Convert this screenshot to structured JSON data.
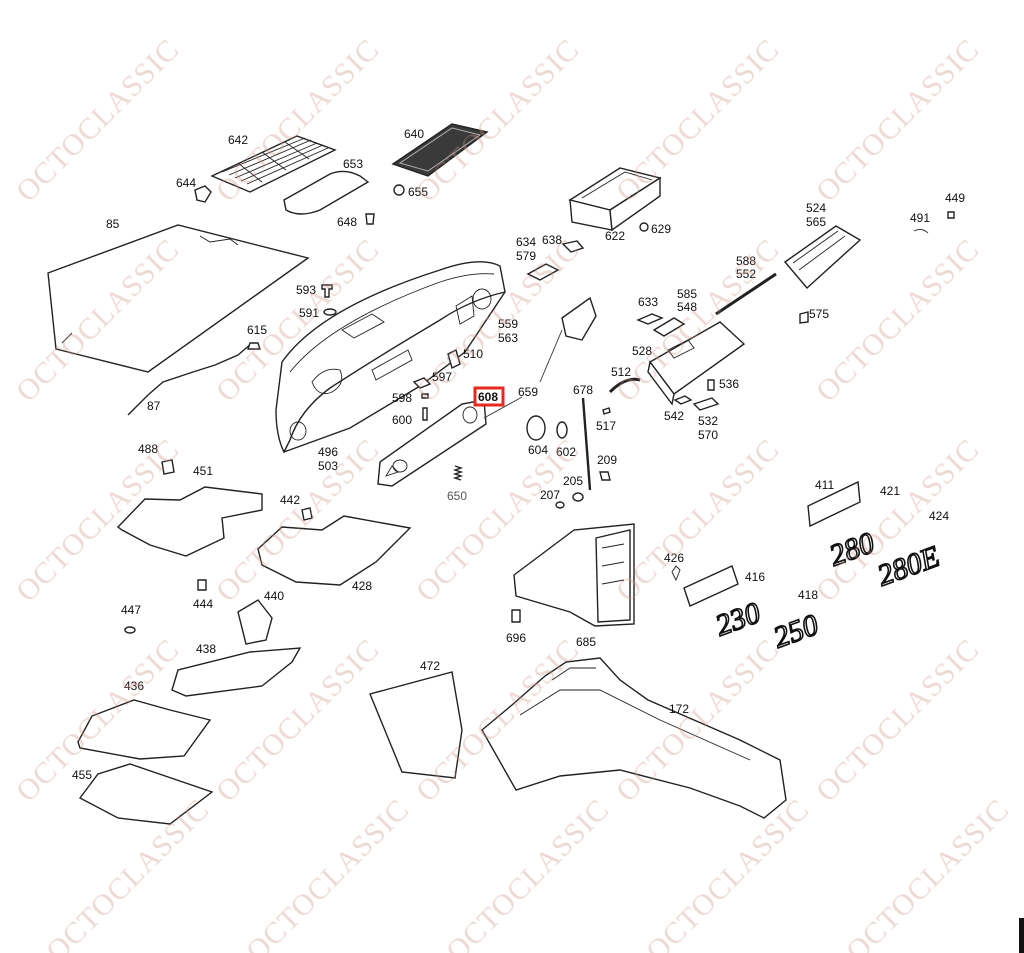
{
  "watermark": {
    "text": "OCTOCLASSIC",
    "color": "#d99a8a"
  },
  "highlight": {
    "label": "608",
    "color": "#e8281e"
  },
  "parts": [
    {
      "id": "p642",
      "label": "642"
    },
    {
      "id": "p640",
      "label": "640"
    },
    {
      "id": "p653",
      "label": "653"
    },
    {
      "id": "p644",
      "label": "644"
    },
    {
      "id": "p655",
      "label": "655"
    },
    {
      "id": "p648",
      "label": "648"
    },
    {
      "id": "p85",
      "label": "85"
    },
    {
      "id": "p622",
      "label": "622"
    },
    {
      "id": "p629",
      "label": "629"
    },
    {
      "id": "p634",
      "label": "634"
    },
    {
      "id": "p638",
      "label": "638"
    },
    {
      "id": "p579",
      "label": "579"
    },
    {
      "id": "p524",
      "label": "524"
    },
    {
      "id": "p565",
      "label": "565"
    },
    {
      "id": "p449",
      "label": "449"
    },
    {
      "id": "p491",
      "label": "491"
    },
    {
      "id": "p593",
      "label": "593"
    },
    {
      "id": "p591",
      "label": "591"
    },
    {
      "id": "p588",
      "label": "588"
    },
    {
      "id": "p552",
      "label": "552"
    },
    {
      "id": "p585",
      "label": "585"
    },
    {
      "id": "p548",
      "label": "548"
    },
    {
      "id": "p633",
      "label": "633"
    },
    {
      "id": "p575",
      "label": "575"
    },
    {
      "id": "p559",
      "label": "559"
    },
    {
      "id": "p563",
      "label": "563"
    },
    {
      "id": "p615",
      "label": "615"
    },
    {
      "id": "p528",
      "label": "528"
    },
    {
      "id": "p510",
      "label": "510"
    },
    {
      "id": "p512",
      "label": "512"
    },
    {
      "id": "p597",
      "label": "597"
    },
    {
      "id": "p659",
      "label": "659"
    },
    {
      "id": "p678",
      "label": "678"
    },
    {
      "id": "p536",
      "label": "536"
    },
    {
      "id": "p87",
      "label": "87"
    },
    {
      "id": "p598",
      "label": "598"
    },
    {
      "id": "p600",
      "label": "600"
    },
    {
      "id": "p517",
      "label": "517"
    },
    {
      "id": "p542",
      "label": "542"
    },
    {
      "id": "p532",
      "label": "532"
    },
    {
      "id": "p570",
      "label": "570"
    },
    {
      "id": "p496",
      "label": "496"
    },
    {
      "id": "p503",
      "label": "503"
    },
    {
      "id": "p604",
      "label": "604"
    },
    {
      "id": "p602",
      "label": "602"
    },
    {
      "id": "p488",
      "label": "488"
    },
    {
      "id": "p209",
      "label": "209"
    },
    {
      "id": "p451",
      "label": "451"
    },
    {
      "id": "p205",
      "label": "205"
    },
    {
      "id": "p207",
      "label": "207"
    },
    {
      "id": "p650",
      "label": "650"
    },
    {
      "id": "p442",
      "label": "442"
    },
    {
      "id": "p411",
      "label": "411"
    },
    {
      "id": "p421",
      "label": "421"
    },
    {
      "id": "p424",
      "label": "424"
    },
    {
      "id": "p426",
      "label": "426"
    },
    {
      "id": "p416",
      "label": "416"
    },
    {
      "id": "p428",
      "label": "428"
    },
    {
      "id": "p418",
      "label": "418"
    },
    {
      "id": "p444",
      "label": "444"
    },
    {
      "id": "p440",
      "label": "440"
    },
    {
      "id": "p447",
      "label": "447"
    },
    {
      "id": "p696",
      "label": "696"
    },
    {
      "id": "p685",
      "label": "685"
    },
    {
      "id": "p438",
      "label": "438"
    },
    {
      "id": "p472",
      "label": "472"
    },
    {
      "id": "p436",
      "label": "436"
    },
    {
      "id": "p172",
      "label": "172"
    },
    {
      "id": "p455",
      "label": "455"
    }
  ],
  "badges": [
    {
      "id": "b280",
      "text": "280"
    },
    {
      "id": "b280e",
      "text": "280E"
    },
    {
      "id": "b230",
      "text": "230"
    },
    {
      "id": "b250",
      "text": "250"
    }
  ]
}
